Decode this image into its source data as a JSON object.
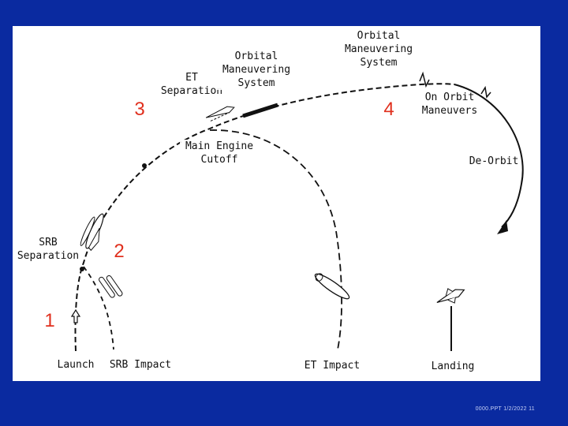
{
  "labels": {
    "launch": "Launch",
    "srb_separation": "SRB\nSeparation",
    "srb_impact": "SRB Impact",
    "et_separation": "ET\nSeparation",
    "oms_1": "Orbital\nManeuvering\nSystem",
    "main_engine_cutoff": "Main Engine\nCutoff",
    "oms_2": "Orbital\nManeuvering\nSystem",
    "on_orbit": "On Orbit\nManeuvers",
    "de_orbit": "De-Orbit",
    "et_impact": "ET Impact",
    "landing": "Landing"
  },
  "markers": [
    "1",
    "2",
    "3",
    "4"
  ],
  "footer": "0000.PPT  1/2/2022  11",
  "colors": {
    "background": "#0a2aa0",
    "panel": "#ffffff",
    "marker_text": "#e0301e"
  }
}
